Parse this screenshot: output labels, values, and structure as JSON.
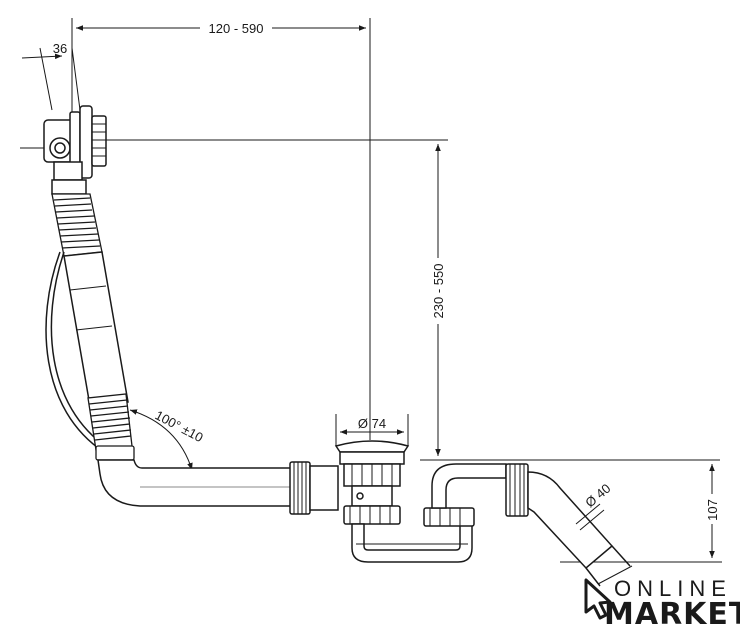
{
  "dimensions": {
    "height_offset": "36",
    "width_range": "120 - 590",
    "vertical_range": "230 - 550",
    "drain_diameter": "Ø 74",
    "angle": "100° ±10",
    "outlet_diameter": "Ø 40",
    "trap_height": "107"
  },
  "logo": {
    "line1": "ONLINE",
    "line2": "MARKET"
  }
}
